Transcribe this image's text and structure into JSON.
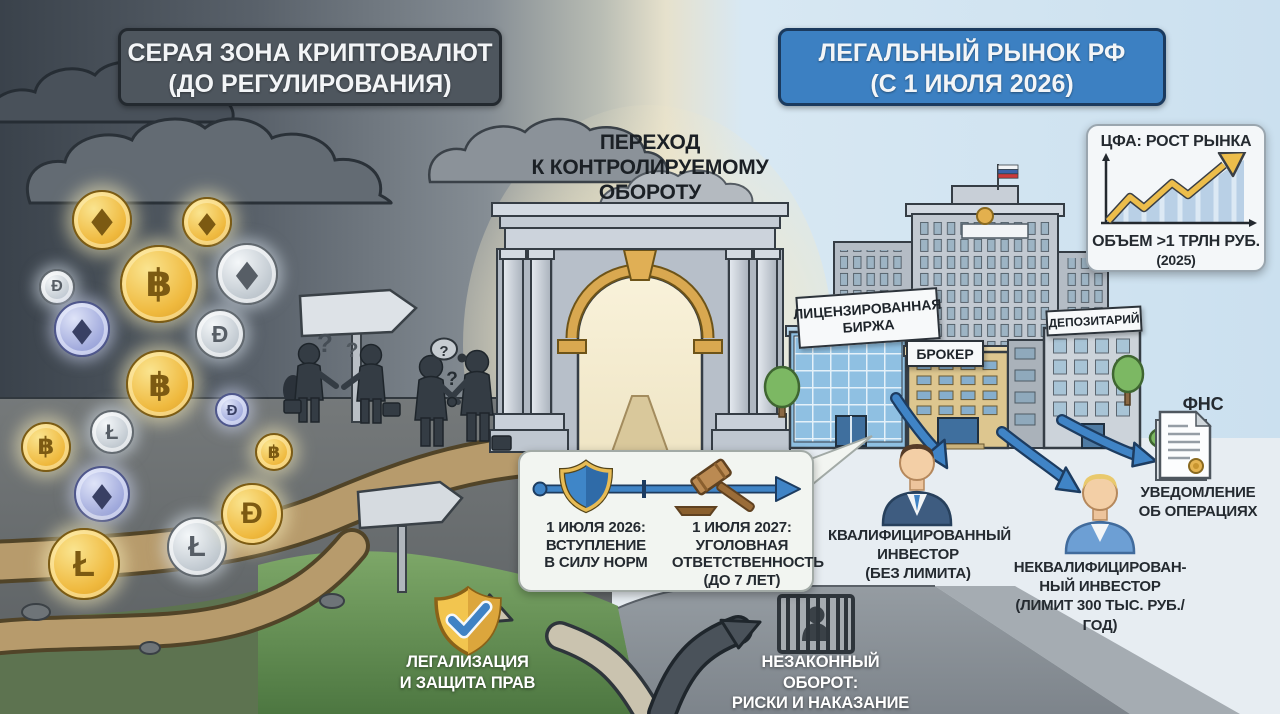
{
  "panels": {
    "gray_zone": {
      "title_line1": "СЕРАЯ ЗОНА КРИПТОВАЛЮТ",
      "title_line2": "(ДО РЕГУЛИРОВАНИЯ)"
    },
    "legal_market": {
      "title_line1": "ЛЕГАЛЬНЫЙ РЫНОК РФ",
      "title_line2": "(С 1 ИЮЛЯ 2026)"
    }
  },
  "transition_arch": {
    "line1": "ПЕРЕХОД",
    "line2": "К КОНТРОЛИРУЕМОМУ",
    "line3": "ОБОРОТУ"
  },
  "market_growth_card": {
    "title": "ЦФА: РОСТ РЫНКА",
    "volume": "ОБЪЕМ >1 ТРЛН РУБ.",
    "year": "(2025)"
  },
  "institutions": {
    "exchange_line1": "ЛИЦЕНЗИРОВАННАЯ",
    "exchange_line2": "БИРЖА",
    "broker": "БРОКЕР",
    "depositary": "ДЕПОЗИТАРИЙ"
  },
  "timeline": {
    "norms": {
      "date": "1 ИЮЛЯ 2026:",
      "line1": "ВСТУПЛЕНИЕ",
      "line2": "В СИЛУ НОРМ"
    },
    "criminal": {
      "date": "1 ИЮЛЯ 2027:",
      "line1": "УГОЛОВНАЯ",
      "line2": "ОТВЕТСТВЕННОСТЬ",
      "line3": "(ДО 7 ЛЕТ)"
    }
  },
  "tax_service": {
    "name": "ФНС",
    "notice_line1": "УВЕДОМЛЕНИЕ",
    "notice_line2": "ОБ ОПЕРАЦИЯХ"
  },
  "investors": {
    "qualified": {
      "line1": "КВАЛИФИЦИРОВАННЫЙ",
      "line2": "ИНВЕСТОР",
      "line3": "(БЕЗ ЛИМИТА)"
    },
    "unqualified": {
      "line1": "НЕКВАЛИФИЦИРОВАН-",
      "line2": "НЫЙ ИНВЕСТОР",
      "line3": "(ЛИМИТ 300 ТЫС. РУБ./ГОД)"
    }
  },
  "outcomes": {
    "legalization": {
      "line1": "ЛЕГАЛИЗАЦИЯ",
      "line2": "И ЗАЩИТА ПРАВ"
    },
    "illegal": {
      "line1": "НЕЗАКОННЫЙ ОБОРОТ:",
      "line2": "РИСКИ И НАКАЗАНИЕ"
    }
  },
  "illustration": {
    "question_mark": "?",
    "coin_symbols": {
      "bitcoin": "฿",
      "ethereum": "◆",
      "litecoin": "Ł",
      "dash": "Đ"
    }
  },
  "colors": {
    "gray_zone_box": "#4e565e",
    "legal_blue_box": "#3c80c2",
    "arrow_blue": "#4084c6",
    "gold": "#e9b84e",
    "grass_green": "#5d8a4a",
    "storm_sky": "#3a424b",
    "clear_sky": "#cbe0ef"
  }
}
